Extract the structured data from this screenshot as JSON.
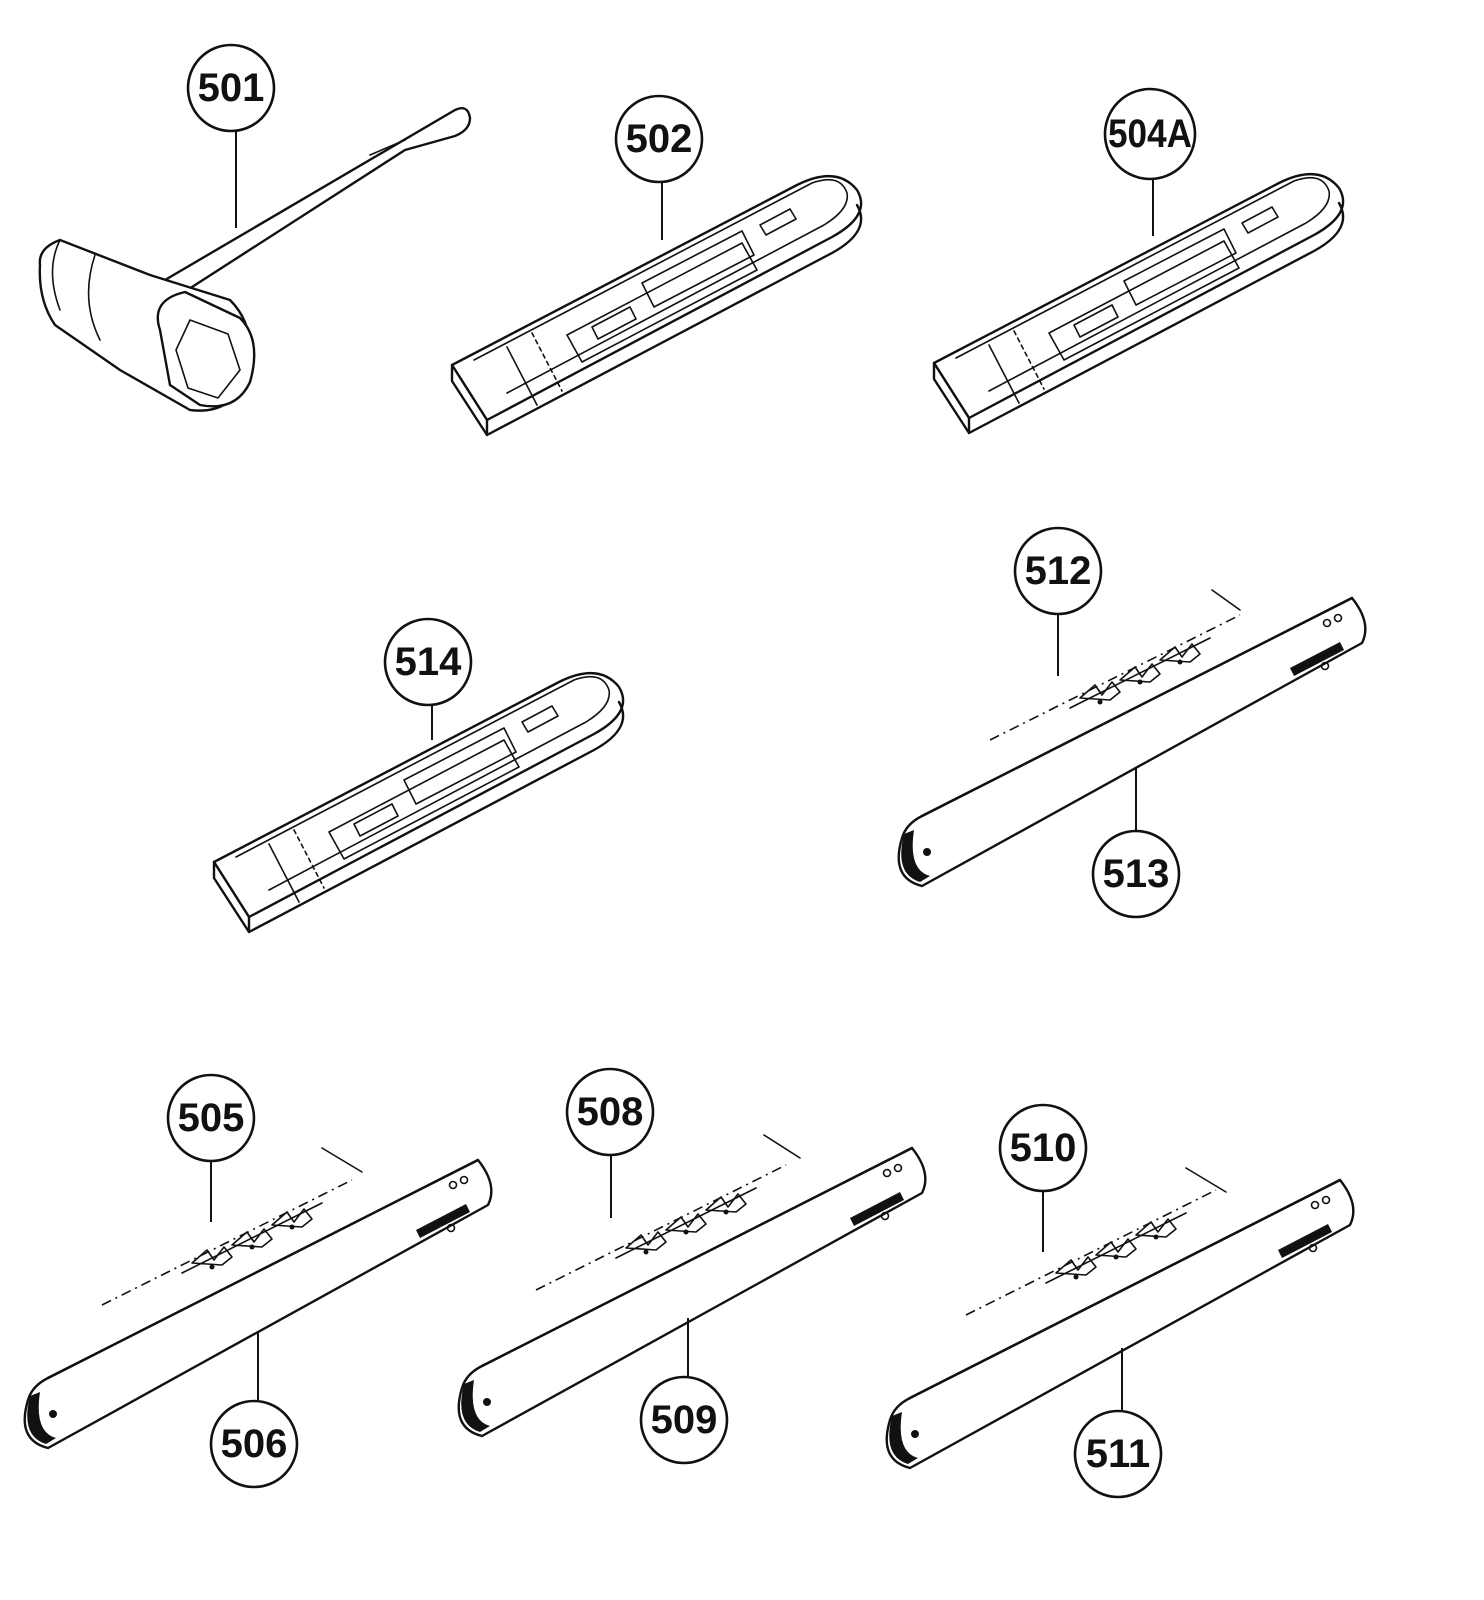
{
  "callouts": {
    "c501": "501",
    "c502": "502",
    "c504A": "504A",
    "c514": "514",
    "c512": "512",
    "c513": "513",
    "c505": "505",
    "c506": "506",
    "c508": "508",
    "c509": "509",
    "c510": "510",
    "c511": "511"
  },
  "colors": {
    "line": "#111111",
    "background": "#ffffff"
  }
}
